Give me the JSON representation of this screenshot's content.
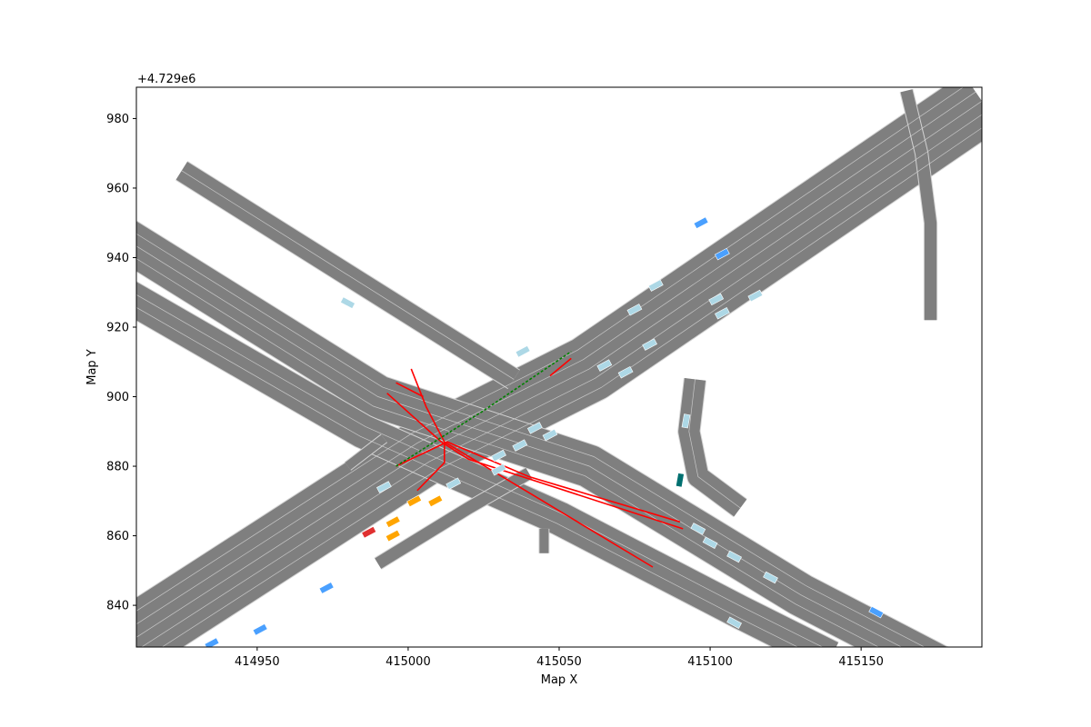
{
  "chart_data": {
    "type": "map",
    "xlabel": "Map X",
    "ylabel": "Map Y",
    "y_offset_label": "+4.729e6",
    "xlim": [
      414910,
      415190
    ],
    "ylim": [
      828,
      989
    ],
    "x_ticks": [
      {
        "value": 414950,
        "label": "414950"
      },
      {
        "value": 415000,
        "label": "415000"
      },
      {
        "value": 415050,
        "label": "415050"
      },
      {
        "value": 415100,
        "label": "415100"
      },
      {
        "value": 415150,
        "label": "415150"
      }
    ],
    "y_ticks": [
      {
        "value": 840,
        "label": "840"
      },
      {
        "value": 860,
        "label": "860"
      },
      {
        "value": 880,
        "label": "880"
      },
      {
        "value": 900,
        "label": "900"
      },
      {
        "value": 920,
        "label": "920"
      },
      {
        "value": 940,
        "label": "940"
      },
      {
        "value": 960,
        "label": "960"
      },
      {
        "value": 980,
        "label": "980"
      }
    ],
    "colors": {
      "road": "#7f7f7f",
      "lane_line": "#d3d3d3",
      "route": "#ff0000",
      "centerline": "#008000",
      "vehicle_parked": "#add8e6",
      "vehicle_blue": "#4aa0ff",
      "vehicle_orange": "#ffa500",
      "vehicle_red": "#e03030",
      "vehicle_teal": "#007070"
    },
    "roads": [
      {
        "name": "sw-ne-arterial",
        "points": [
          [
            414905,
            828
          ],
          [
            415005,
            884
          ],
          [
            415060,
            908
          ],
          [
            415190,
            985
          ]
        ],
        "width": 22
      },
      {
        "name": "nw-se-arterial-main",
        "points": [
          [
            414905,
            946
          ],
          [
            414990,
            900
          ],
          [
            415060,
            880
          ],
          [
            415130,
            843
          ],
          [
            415190,
            816
          ]
        ],
        "width": 14
      },
      {
        "name": "nw-se-arterial-south",
        "points": [
          [
            414905,
            930
          ],
          [
            414985,
            890
          ],
          [
            415050,
            865
          ],
          [
            415110,
            838
          ],
          [
            415140,
            825
          ]
        ],
        "width": 11
      },
      {
        "name": "north-slip",
        "points": [
          [
            414925,
            965
          ],
          [
            414980,
            935
          ],
          [
            415035,
            905
          ]
        ],
        "width": 7
      },
      {
        "name": "ne-loop",
        "points": [
          [
            415165,
            988
          ],
          [
            415170,
            970
          ],
          [
            415173,
            950
          ],
          [
            415173,
            922
          ]
        ],
        "width": 4
      },
      {
        "name": "east-ramp",
        "points": [
          [
            415095,
            905
          ],
          [
            415093,
            890
          ],
          [
            415096,
            877
          ],
          [
            415110,
            868
          ]
        ],
        "width": 7
      },
      {
        "name": "west-stub",
        "points": [
          [
            414980,
            880
          ],
          [
            414992,
            888
          ]
        ],
        "width": 3
      },
      {
        "name": "south-stub",
        "points": [
          [
            414990,
            852
          ],
          [
            415020,
            868
          ],
          [
            415040,
            878
          ]
        ],
        "width": 4
      },
      {
        "name": "south-small",
        "points": [
          [
            415045,
            855
          ],
          [
            415045,
            862
          ]
        ],
        "width": 3
      }
    ],
    "routes": [
      {
        "name": "red-1",
        "color": "red",
        "points": [
          [
            414993,
            901
          ],
          [
            415011,
            887
          ],
          [
            415020,
            882
          ],
          [
            415091,
            862
          ]
        ]
      },
      {
        "name": "red-2",
        "color": "red",
        "points": [
          [
            414996,
            904
          ],
          [
            415005,
            900
          ]
        ]
      },
      {
        "name": "red-3",
        "color": "red",
        "points": [
          [
            415001,
            908
          ],
          [
            415006,
            897
          ],
          [
            415012,
            887
          ],
          [
            415012,
            881
          ],
          [
            415003,
            873
          ]
        ]
      },
      {
        "name": "red-4",
        "color": "red",
        "points": [
          [
            414996,
            880
          ],
          [
            415013,
            887
          ],
          [
            415040,
            877
          ],
          [
            415090,
            864
          ]
        ]
      },
      {
        "name": "red-5",
        "color": "red",
        "points": [
          [
            415012,
            887
          ],
          [
            415081,
            851
          ]
        ]
      },
      {
        "name": "red-6",
        "color": "red",
        "points": [
          [
            415047,
            906
          ],
          [
            415054,
            911
          ]
        ]
      },
      {
        "name": "green-centerline",
        "color": "green",
        "points": [
          [
            414996,
            880
          ],
          [
            415025,
            896
          ],
          [
            415054,
            913
          ]
        ]
      }
    ],
    "vehicles": [
      {
        "x": 414935,
        "y": 829,
        "color": "blue",
        "angle": 28
      },
      {
        "x": 414951,
        "y": 833,
        "color": "blue",
        "angle": 28
      },
      {
        "x": 414973,
        "y": 845,
        "color": "blue",
        "angle": 28
      },
      {
        "x": 414987,
        "y": 861,
        "color": "red",
        "angle": 28
      },
      {
        "x": 414995,
        "y": 864,
        "color": "orange",
        "angle": 28
      },
      {
        "x": 414995,
        "y": 860,
        "color": "orange",
        "angle": 28
      },
      {
        "x": 415002,
        "y": 870,
        "color": "orange",
        "angle": 28
      },
      {
        "x": 415009,
        "y": 870,
        "color": "orange",
        "angle": 28
      },
      {
        "x": 414980,
        "y": 927,
        "color": "parked",
        "angle": -28
      },
      {
        "x": 414992,
        "y": 874,
        "color": "parked",
        "angle": 28
      },
      {
        "x": 415015,
        "y": 875,
        "color": "parked",
        "angle": 28
      },
      {
        "x": 415030,
        "y": 883,
        "color": "parked",
        "angle": 28
      },
      {
        "x": 415030,
        "y": 879,
        "color": "parked",
        "angle": 28
      },
      {
        "x": 415037,
        "y": 886,
        "color": "parked",
        "angle": 28
      },
      {
        "x": 415042,
        "y": 891,
        "color": "parked",
        "angle": 28
      },
      {
        "x": 415047,
        "y": 889,
        "color": "parked",
        "angle": 28
      },
      {
        "x": 415038,
        "y": 913,
        "color": "parked",
        "angle": 28
      },
      {
        "x": 415065,
        "y": 909,
        "color": "parked",
        "angle": 28
      },
      {
        "x": 415072,
        "y": 907,
        "color": "parked",
        "angle": 28
      },
      {
        "x": 415075,
        "y": 925,
        "color": "parked",
        "angle": 28
      },
      {
        "x": 415080,
        "y": 915,
        "color": "parked",
        "angle": 28
      },
      {
        "x": 415082,
        "y": 932,
        "color": "parked",
        "angle": 28
      },
      {
        "x": 415102,
        "y": 928,
        "color": "parked",
        "angle": 28
      },
      {
        "x": 415104,
        "y": 924,
        "color": "parked",
        "angle": 28
      },
      {
        "x": 415115,
        "y": 929,
        "color": "parked",
        "angle": 28
      },
      {
        "x": 415097,
        "y": 950,
        "color": "blue",
        "angle": 28
      },
      {
        "x": 415104,
        "y": 941,
        "color": "blue",
        "angle": 28
      },
      {
        "x": 415092,
        "y": 893,
        "color": "parked",
        "angle": 80
      },
      {
        "x": 415090,
        "y": 876,
        "color": "teal",
        "angle": 80
      },
      {
        "x": 415096,
        "y": 862,
        "color": "parked",
        "angle": -28
      },
      {
        "x": 415100,
        "y": 858,
        "color": "parked",
        "angle": -28
      },
      {
        "x": 415108,
        "y": 854,
        "color": "parked",
        "angle": -28
      },
      {
        "x": 415120,
        "y": 848,
        "color": "parked",
        "angle": -28
      },
      {
        "x": 415108,
        "y": 835,
        "color": "parked",
        "angle": -28
      },
      {
        "x": 415155,
        "y": 838,
        "color": "blue",
        "angle": -28
      }
    ]
  }
}
